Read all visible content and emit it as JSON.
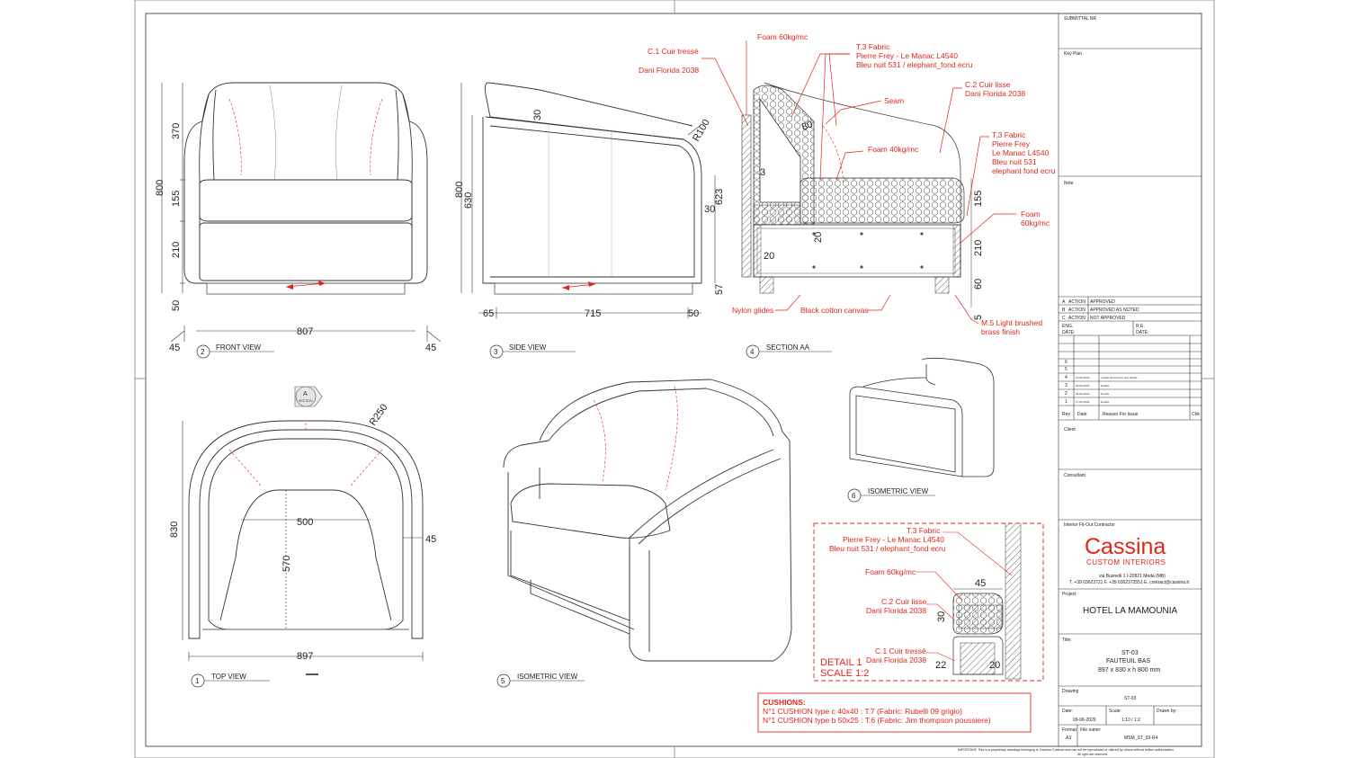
{
  "views": {
    "front": {
      "num": "2",
      "label": "FRONT VIEW",
      "dims": {
        "h1": "370",
        "h2": "155",
        "h3": "210",
        "h4": "50",
        "total": "800",
        "w": "807",
        "l": "45",
        "r": "45"
      }
    },
    "side": {
      "num": "3",
      "label": "SIDE VIEW",
      "dims": {
        "total": "800",
        "h630": "630",
        "h623": "623",
        "h57": "57",
        "w": "715",
        "l": "65",
        "r": "50",
        "t30": "30",
        "r100": "R100",
        "s30": "30"
      }
    },
    "section": {
      "num": "4",
      "label": "SECTION AA",
      "dims": {
        "d3": "3",
        "d80": "80",
        "d20a": "20",
        "d20b": "20",
        "h155": "155",
        "h210": "210",
        "h60": "60",
        "h5": "5"
      }
    },
    "top": {
      "num": "1",
      "label": "TOP VIEW",
      "dims": {
        "d830": "830",
        "d500": "500",
        "d570": "570",
        "d45": "45",
        "d897": "897",
        "r250": "R250"
      },
      "marker": {
        "letter": "A",
        "sub": "SECTION"
      }
    },
    "iso5": {
      "num": "5",
      "label": "ISOMETRIC VIEW"
    },
    "iso6": {
      "num": "6",
      "label": "ISOMETRIC VIEW"
    }
  },
  "annotations": {
    "c1": [
      "C.1 Cuir tressè",
      "Dani Florida 2038"
    ],
    "foam60": "Foam 60kg/mc",
    "t3a": [
      "T.3 Fabric",
      "Pierre Frey - Le Manac L4540",
      "Bleu nuit 531 / elephant_fond ecru"
    ],
    "seam": "Seam",
    "c2": [
      "C.2 Cuir lisse",
      "Dani Florida 2038"
    ],
    "foam40": "Foam 40kg/mc",
    "t3b": [
      "T.3 Fabric",
      "Pierre Frey",
      "Le Manac L4540",
      "Bleu nuit 531",
      "elephant fond ecru"
    ],
    "foam60b": [
      "Foam",
      "60kg/mc"
    ],
    "nylon": "Nylon glides",
    "canvas": "Black cotton canvas",
    "m5": [
      "M.5 Light brushed",
      "brass finish"
    ]
  },
  "detail": {
    "t3": [
      "T.3 Fabric",
      "Pierre Frey - Le Manac L4540",
      "Bleu nuit 531 / elephant_fond ecru"
    ],
    "foam": "Foam 60kg/mc",
    "c2": [
      "C.2 Cuir lisse",
      "Dani Florida 2038"
    ],
    "c1": [
      "C.1 Cuir tressè",
      "Dani Florida 2038"
    ],
    "d45": "45",
    "d30": "30",
    "d22": "22",
    "d20": "20",
    "title": "DETAIL 1",
    "scale": "SCALE 1:2"
  },
  "cushions": {
    "title": "CUSHIONS:",
    "line1": "N°1 CUSHION type c 40x40 : T.7 (Fabric: Rubelli 09 grigio)",
    "line2": "N°1 CUSHION type b 50x25 : T.6 (Fabric: Jim thompson poussiere)"
  },
  "title_block": {
    "submittal": "SUBMITTAL NR",
    "key_plan": "Key Plan",
    "note": "Note",
    "actions": [
      {
        "code": "A",
        "label": "ACTION",
        "status": "APPROVED"
      },
      {
        "code": "B",
        "label": "ACTION",
        "status": "APPROVED  AS  NOTED"
      },
      {
        "code": "C",
        "label": "ACTION",
        "status": "NOT  APPROVED"
      }
    ],
    "eng": "ENG.",
    "eng_date": "DATE:",
    "re": "R.E.",
    "re_date": "DATE:",
    "revisions": [
      {
        "rev": "6",
        "date": "",
        "reason": ""
      },
      {
        "rev": "5",
        "date": "",
        "reason": ""
      },
      {
        "rev": "4",
        "date": "10-06-2020",
        "reason": "update dimensions and details"
      },
      {
        "rev": "3",
        "date": "09-06-2020",
        "reason": "Details"
      },
      {
        "rev": "2",
        "date": "05-06-2020",
        "reason": "Details"
      },
      {
        "rev": "1",
        "date": "17-02-2020",
        "reason": "Details"
      }
    ],
    "rev_header": {
      "rev": "Rev.",
      "date": "Date",
      "reason": "Reason For Issue",
      "chk": "Chk"
    },
    "client": "Client",
    "consultant": "Consultant",
    "contractor": "Interior Fit-Out Contractor",
    "brand": "Cassina",
    "brand_sub": "CUSTOM INTERIORS",
    "address": "via Busnelli 1 I-20821 Meda (MB)",
    "contacts": "T. +39 03623721 F. +39 0362372551 E. contract@cassina.it",
    "project_label": "Project",
    "project": "HOTEL LA MAMOUNIA",
    "title_label": "Title:",
    "title_code": "ST-03",
    "title_name": "FAUTEUIL BAS",
    "title_dims": "897 x 830 x h 800 mm",
    "drawing_label": "Drawing",
    "drawing": "ST-03",
    "date_label": "Date:",
    "date": "09-06-2020",
    "scale_label": "Scale:",
    "scale": "1:10 / 1:2",
    "drawn_label": "Drawn by:",
    "format_label": "Format",
    "format": "A3",
    "file_label": "File name:",
    "file": "MSM_ST_03-R4",
    "important": "IMPORTANT: This is a proprietary drawings belonging to Cassina Contract and can not be reproduced or utilized by others without written authorization",
    "rights": "All right are reserved."
  },
  "colors": {
    "accent": "#e0261b",
    "line": "#333333",
    "frame": "#999999"
  }
}
